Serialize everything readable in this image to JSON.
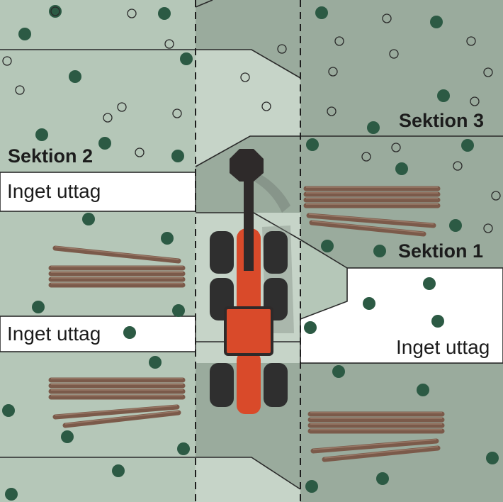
{
  "labels": {
    "section_1": "Sektion 1",
    "section_2": "Sektion 2",
    "section_3": "Sektion 3",
    "no_harvest_left_upper": "Inget uttag",
    "no_harvest_left_lower": "Inget uttag",
    "no_harvest_right": "Inget uttag"
  },
  "colors": {
    "light_area": "#b5c7b8",
    "strip_road": "#c6d4c8",
    "dark_area": "#9aab9d",
    "no_harvest_zone": "#ffffff",
    "tree_dot": "#2c5a44",
    "log": "#7b5a4a",
    "machine_body": "#d94a2a",
    "crane": "#2e2a2a",
    "tire": "#2f2f2f"
  },
  "icons": {
    "machine": "forwarder-icon",
    "log_pile": "log-pile-icon",
    "tree": "tree-dot-icon"
  }
}
